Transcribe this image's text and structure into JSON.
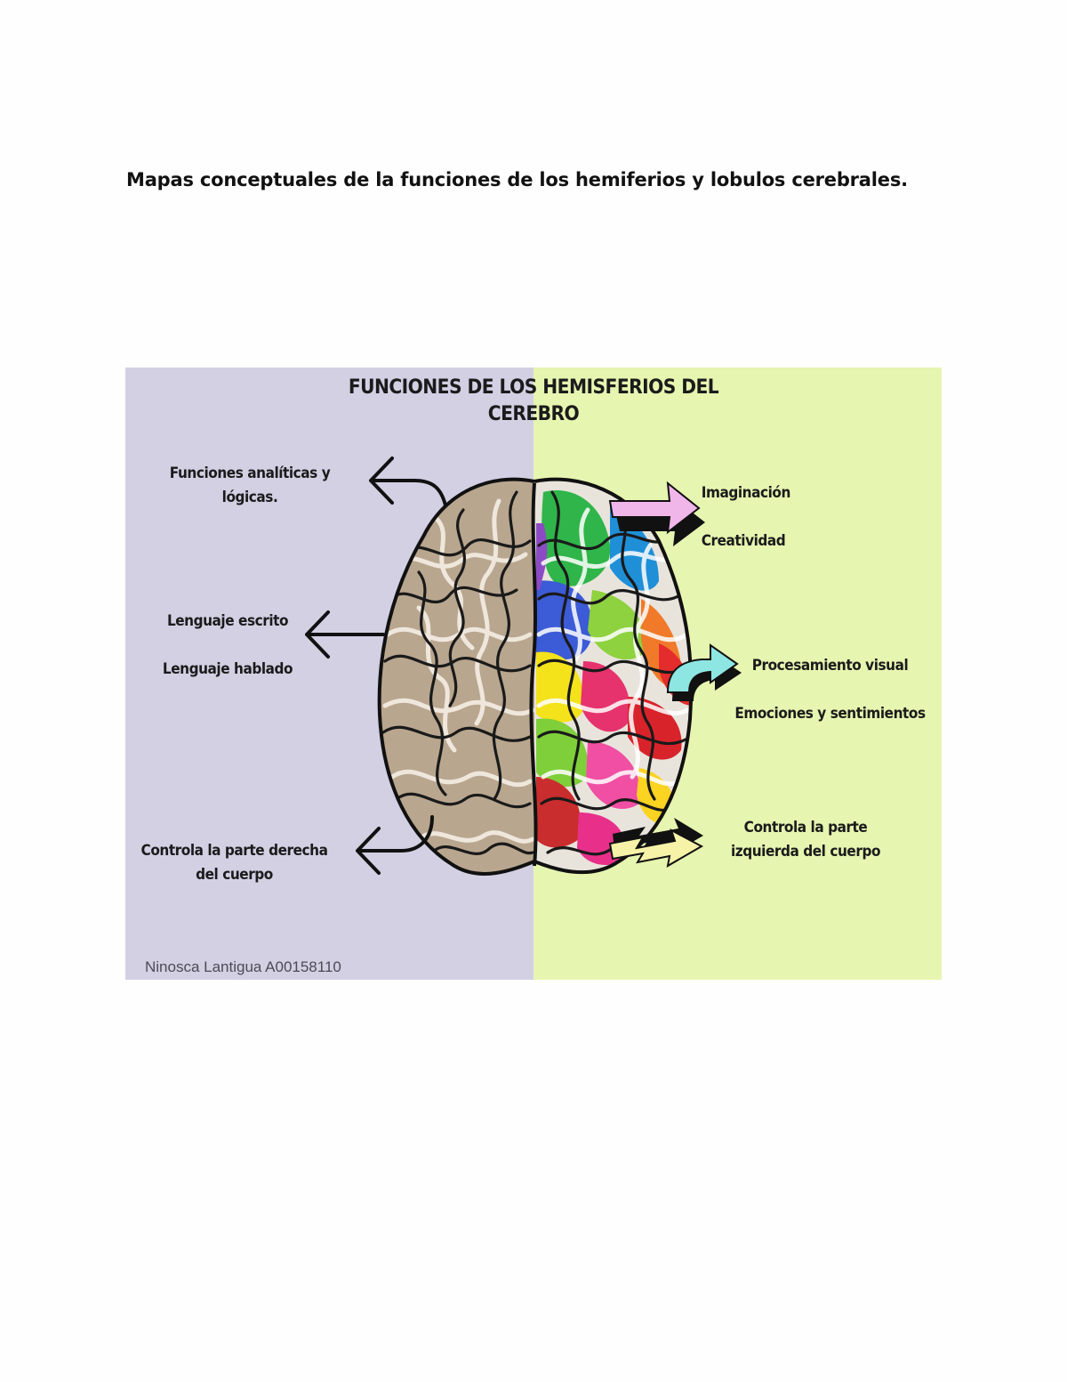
{
  "document": {
    "heading": "Mapas conceptuales de la funciones de los hemiferios y lobulos cerebrales."
  },
  "infographic": {
    "title_lines": [
      "FUNCIONES DE LOS HEMISFERIOS DEL",
      "CEREBRO"
    ],
    "colors": {
      "left_background": "#d3d0e4",
      "right_background": "#e6f5b0"
    },
    "left_hemisphere": {
      "analitica": [
        "Funciones analíticas y",
        "lógicas."
      ],
      "lenguaje": [
        "Lenguaje escrito",
        "Lenguaje hablado"
      ],
      "control": [
        "Controla la parte derecha",
        "del cuerpo"
      ]
    },
    "right_hemisphere": {
      "imaginacion": [
        "Imaginación",
        "Creatividad"
      ],
      "visual": [
        "Procesamiento visual",
        "Emociones y sentimientos"
      ],
      "control": [
        "Controla la parte",
        "izquierda del cuerpo"
      ]
    },
    "author": "Ninosca Lantigua A00158110"
  }
}
